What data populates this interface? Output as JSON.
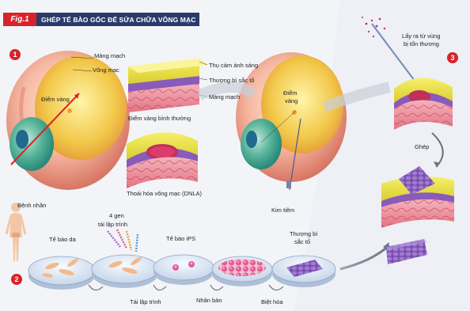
{
  "figure": {
    "badge": "Fig.1",
    "title": "GHÉP TẾ BÀO GỐC ĐỂ SỬA CHỮA VÕNG MẠC",
    "steps": [
      "1",
      "2",
      "3"
    ]
  },
  "labels": {
    "mang_mach_eye": "Màng mạch",
    "vong_mac": "Võng mạc",
    "diem_vang_1": "Điểm vàng",
    "tho_cam_anh_sang": "Thụ cảm ánh sáng",
    "thuong_bi_sac_to_1": "Thượng bì sắc tố",
    "mang_mach_layer": "Màng mạch",
    "diem_vang_binh_thuong": "Điểm vàng bình thường",
    "thoai_hoa": "Thoái hóa võng mạc (DNLA)",
    "benh_nhan": "Bệnh nhân",
    "four_gen": "4 gen",
    "tai_lap_trinh_top": "tái lập trình",
    "te_bao_da": "Tế bào da",
    "te_bao_ips": "Tế bào iPS",
    "thuong_bi_2a": "Thượng bì",
    "thuong_bi_2b": "sắc tố",
    "tai_lap_trinh_bottom": "Tái lập trình",
    "nhan_ban": "Nhân bản",
    "biet_hoa": "Biệt hóa",
    "diem_vang_2a": "Điểm",
    "diem_vang_2b": "vàng",
    "kim_tiem": "Kim tiêm",
    "lay_ra_1": "Lấy ra từ vùng",
    "lay_ra_2": "bị tổn thương",
    "ghep": "Ghép"
  },
  "colors": {
    "accent_red": "#d8232a",
    "title_navy": "#2a3a6a",
    "photoreceptor_yellow": "#e8e23c",
    "rpe_purple": "#8a5bb8",
    "choroid_pink": "#e98a9a"
  }
}
